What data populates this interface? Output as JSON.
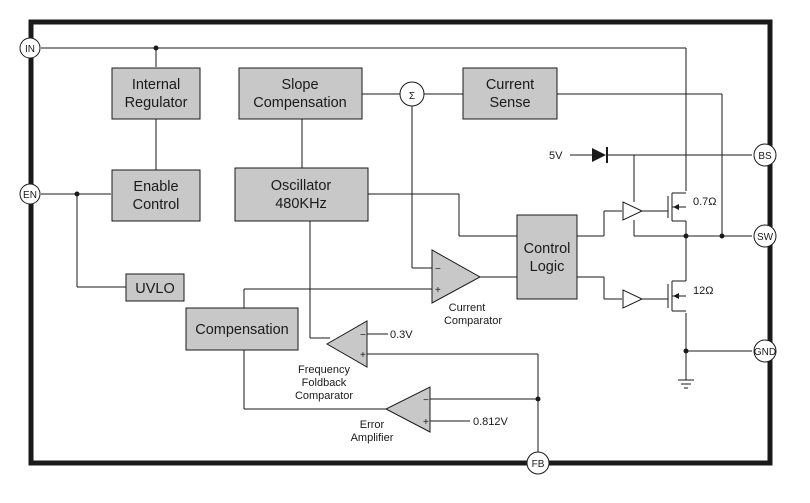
{
  "blocks": {
    "internal_regulator": [
      "Internal",
      "Regulator"
    ],
    "slope_compensation": [
      "Slope",
      "Compensation"
    ],
    "current_sense": [
      "Current",
      "Sense"
    ],
    "enable_control": [
      "Enable",
      "Control"
    ],
    "oscillator": [
      "Oscillator",
      "480KHz"
    ],
    "control_logic": [
      "Control",
      "Logic"
    ],
    "uvlo": "UVLO",
    "compensation": "Compensation"
  },
  "pins": {
    "in": "IN",
    "en": "EN",
    "bs": "BS",
    "sw": "SW",
    "gnd": "GND",
    "fb": "FB"
  },
  "labels": {
    "supply_5v": "5V",
    "sum_symbol": "Σ",
    "high_side_rdson": "0.7Ω",
    "low_side_rdson": "12Ω",
    "ref_0v3": "0.3V",
    "ref_0v812": "0.812V",
    "current_comparator": [
      "Current",
      "Comparator"
    ],
    "frequency_foldback_comparator": [
      "Frequency",
      "Foldback",
      "Comparator"
    ],
    "error_amplifier": [
      "Error",
      "Amplifier"
    ],
    "minus_sign": "−",
    "plus_sign": "+"
  }
}
